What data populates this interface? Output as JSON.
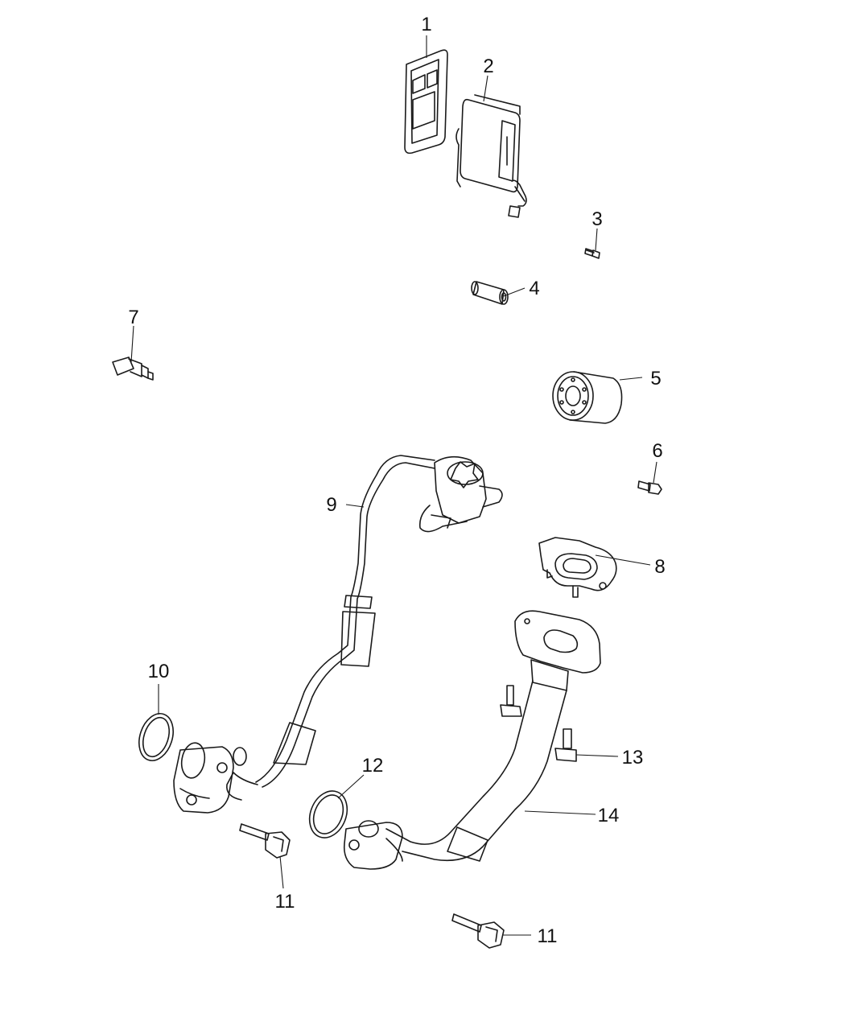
{
  "diagram": {
    "callouts": [
      {
        "id": "c1",
        "text": "1"
      },
      {
        "id": "c2",
        "text": "2"
      },
      {
        "id": "c3",
        "text": "3"
      },
      {
        "id": "c4",
        "text": "4"
      },
      {
        "id": "c5",
        "text": "5"
      },
      {
        "id": "c6",
        "text": "6"
      },
      {
        "id": "c7",
        "text": "7"
      },
      {
        "id": "c8",
        "text": "8"
      },
      {
        "id": "c9",
        "text": "9"
      },
      {
        "id": "c10",
        "text": "10"
      },
      {
        "id": "c11a",
        "text": "11"
      },
      {
        "id": "c11b",
        "text": "11"
      },
      {
        "id": "c12",
        "text": "12"
      },
      {
        "id": "c13",
        "text": "13"
      },
      {
        "id": "c14",
        "text": "14"
      }
    ]
  }
}
